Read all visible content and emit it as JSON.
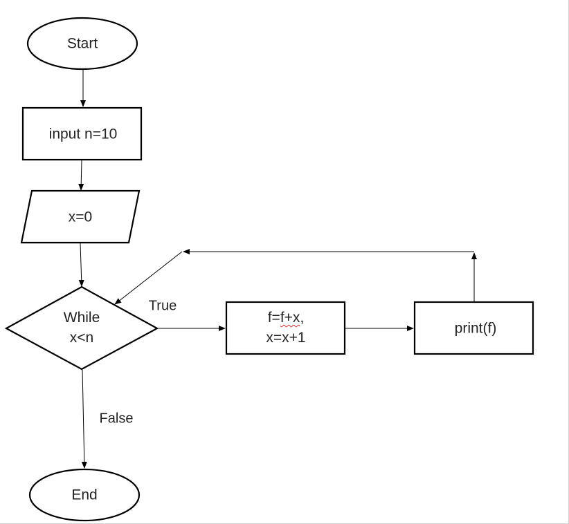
{
  "nodes": {
    "start": {
      "label": "Start"
    },
    "input": {
      "label": "input n=10"
    },
    "init": {
      "label": "x=0"
    },
    "loop_condition": {
      "line1": "While",
      "line2": "x<n"
    },
    "update": {
      "line1_pre": "f=",
      "line1_flagged": "f+x",
      "line1_post": ",",
      "line2": "x=x+1"
    },
    "output": {
      "label": "print(f)"
    },
    "end": {
      "label": "End"
    }
  },
  "edges": {
    "true_label": "True",
    "false_label": "False"
  }
}
